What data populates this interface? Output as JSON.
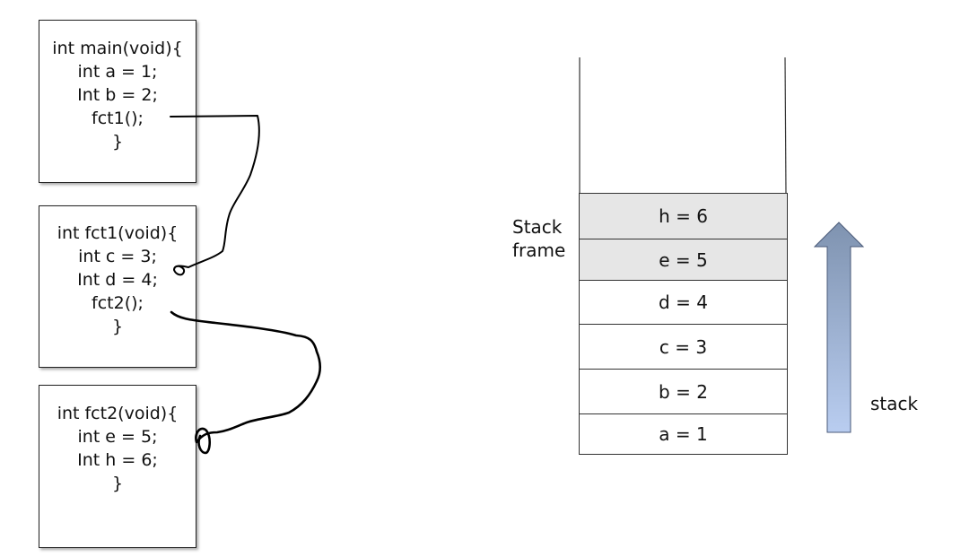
{
  "code_blocks": [
    {
      "lines": [
        "int main(void){",
        "int a = 1;",
        "Int b = 2;",
        "fct1();",
        "}"
      ]
    },
    {
      "lines": [
        "int fct1(void){",
        "int c = 3;",
        "Int d = 4;",
        "fct2();",
        "}"
      ]
    },
    {
      "lines": [
        "int fct2(void){",
        "int e = 5;",
        "Int h = 6;",
        "}"
      ]
    }
  ],
  "stack": {
    "cells": [
      {
        "text": "h = 6",
        "highlight": true
      },
      {
        "text": "e = 5",
        "highlight": true
      },
      {
        "text": "d = 4",
        "highlight": false
      },
      {
        "text": "c = 3",
        "highlight": false
      },
      {
        "text": "b = 2",
        "highlight": false
      },
      {
        "text": "a = 1",
        "highlight": false
      }
    ],
    "frame_label_line1": "Stack",
    "frame_label_line2": "frame",
    "arrow_label": "stack"
  },
  "colors": {
    "frame_fill": "#e6e6e6",
    "arrow_top": "#7f93b0",
    "arrow_bottom": "#b9cdf0"
  }
}
